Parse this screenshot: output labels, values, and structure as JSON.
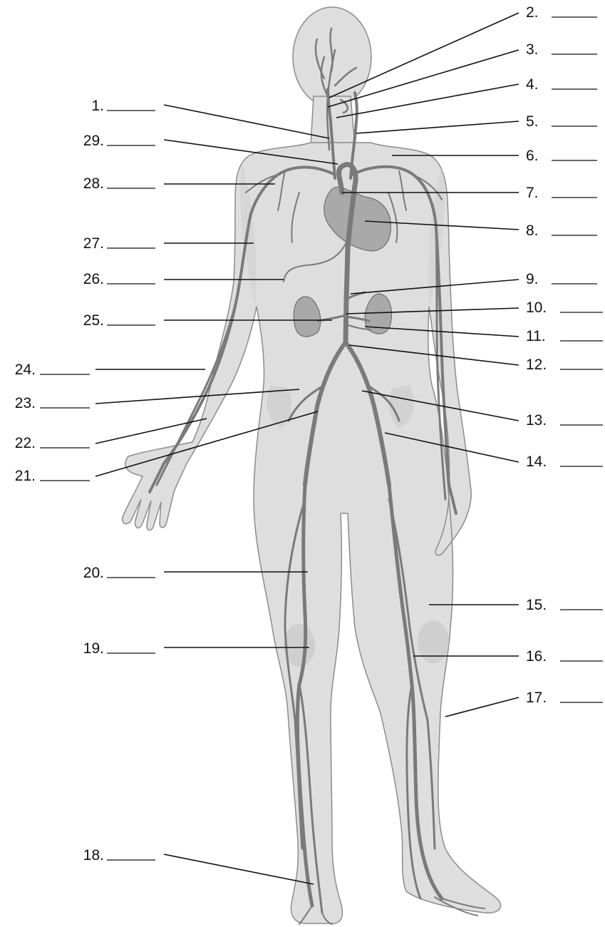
{
  "labels": [
    {
      "id": "l1",
      "text": "1.",
      "side": "left"
    },
    {
      "id": "l2",
      "text": "2.",
      "side": "right"
    },
    {
      "id": "l3",
      "text": "3.",
      "side": "right"
    },
    {
      "id": "l4",
      "text": "4.",
      "side": "right"
    },
    {
      "id": "l5",
      "text": "5.",
      "side": "right"
    },
    {
      "id": "l6",
      "text": "6.",
      "side": "right"
    },
    {
      "id": "l7",
      "text": "7.",
      "side": "right"
    },
    {
      "id": "l8",
      "text": "8.",
      "side": "right"
    },
    {
      "id": "l9",
      "text": "9.",
      "side": "right"
    },
    {
      "id": "l10",
      "text": "10.",
      "side": "right"
    },
    {
      "id": "l11",
      "text": "11.",
      "side": "right"
    },
    {
      "id": "l12",
      "text": "12.",
      "side": "right"
    },
    {
      "id": "l13",
      "text": "13.",
      "side": "right"
    },
    {
      "id": "l14",
      "text": "14.",
      "side": "right"
    },
    {
      "id": "l15",
      "text": "15.",
      "side": "right"
    },
    {
      "id": "l16",
      "text": "16.",
      "side": "right"
    },
    {
      "id": "l17",
      "text": "17.",
      "side": "right"
    },
    {
      "id": "l18",
      "text": "18.",
      "side": "left"
    },
    {
      "id": "l19",
      "text": "19.",
      "side": "left"
    },
    {
      "id": "l20",
      "text": "20.",
      "side": "left"
    },
    {
      "id": "l21",
      "text": "21.",
      "side": "left"
    },
    {
      "id": "l22",
      "text": "22.",
      "side": "left"
    },
    {
      "id": "l23",
      "text": "23.",
      "side": "left"
    },
    {
      "id": "l24",
      "text": "24.",
      "side": "left"
    },
    {
      "id": "l25",
      "text": "25.",
      "side": "left"
    },
    {
      "id": "l26",
      "text": "26.",
      "side": "left"
    },
    {
      "id": "l27",
      "text": "27.",
      "side": "left"
    },
    {
      "id": "l28",
      "text": "28.",
      "side": "left"
    },
    {
      "id": "l29",
      "text": "29.",
      "side": "left"
    }
  ],
  "colors": {
    "body": "#dedede",
    "vessel": "#7a7a7a",
    "organ": "#a9a9a9",
    "label": "#111111"
  }
}
